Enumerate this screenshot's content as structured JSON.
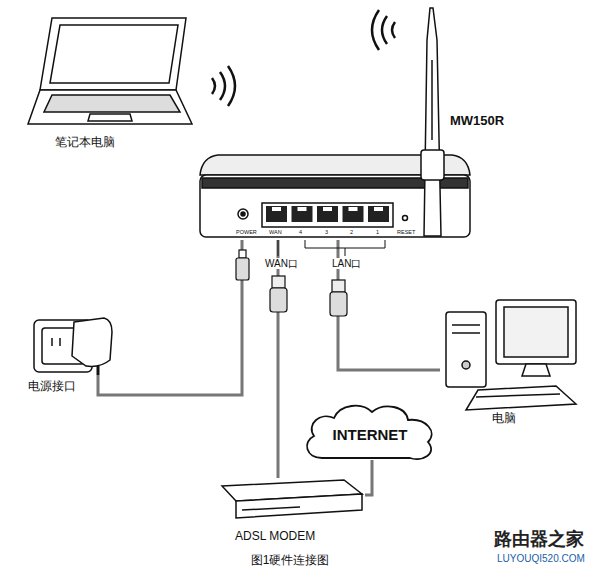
{
  "diagram": {
    "caption": "图1硬件连接图",
    "nodes": [
      {
        "text": [
          "笔记本电脑"
        ]
      },
      {
        "text": [
          "MW150R"
        ]
      },
      {
        "text": [
          "电源接口"
        ]
      },
      {
        "text": [
          "电脑"
        ]
      },
      {
        "text": [
          "INTERNET"
        ]
      },
      {
        "text": [
          "ADSL MODEM"
        ]
      }
    ],
    "edges": [
      {
        "from": 1,
        "to": 2,
        "arrow": "none"
      },
      {
        "from": 1,
        "to": 5,
        "arrow": "none"
      },
      {
        "from": 1,
        "to": 3,
        "arrow": "none"
      },
      {
        "from": 5,
        "to": 4,
        "arrow": "none"
      }
    ],
    "labels": [
      "POWER",
      "WAN",
      "4",
      "3",
      "2",
      "1",
      "RESET",
      "WAN口",
      "LAN口",
      "路由器之家",
      "LUYOUQI520.COM"
    ]
  }
}
